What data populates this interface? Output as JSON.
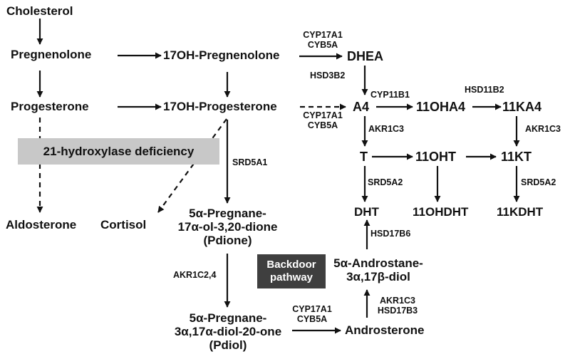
{
  "molecules": {
    "cholesterol": "Cholesterol",
    "pregnenolone": "Pregnenolone",
    "progesterone": "Progesterone",
    "aldosterone": "Aldosterone",
    "cortisol": "Cortisol",
    "oh17_pregnenolone": "17OH-Pregnenolone",
    "oh17_progesterone": "17OH-Progesterone",
    "dhea": "DHEA",
    "a4": "A4",
    "ohA4": "11OHA4",
    "ka4": "11KA4",
    "t": "T",
    "oht": "11OHT",
    "kt": "11KT",
    "dht": "DHT",
    "ohdht": "11OHDHT",
    "kdht": "11KDHT",
    "pdione": [
      "5α-Pregnane-",
      "17α-ol-3,20-dione",
      "(Pdione)"
    ],
    "pdiol": [
      "5α-Pregnane-",
      "3α,17α-diol-20-one",
      "(Pdiol)"
    ],
    "androstanediol": [
      "5α-Androstane-",
      "3α,17β-diol"
    ],
    "androsterone": "Androsterone"
  },
  "enzymes": {
    "cyp17a1_top": [
      "CYP17A1",
      "CYB5A"
    ],
    "hsd3b2": "HSD3B2",
    "cyp11b1": "CYP11B1",
    "hsd11b2": "HSD11B2",
    "cyp17a1_mid": [
      "CYP17A1",
      "CYB5A"
    ],
    "akr1c3_a4": "AKR1C3",
    "akr1c3_ka4": "AKR1C3",
    "srd5a1": "SRD5A1",
    "srd5a2_t": "SRD5A2",
    "srd5a2_kt": "SRD5A2",
    "hsd17b6": "HSD17B6",
    "akr1c2_4": "AKR1C2,4",
    "akr1c3_hsd17b3": [
      "AKR1C3",
      "HSD17B3"
    ],
    "cyp17a1_bottom": [
      "CYP17A1",
      "CYB5A"
    ]
  },
  "labels": {
    "deficiency": "21-hydroxylase deficiency",
    "backdoor": [
      "Backdoor",
      "pathway"
    ]
  },
  "colors": {
    "deficiency_box": "#c8c8c8",
    "backdoor_box": "#3f3f3f",
    "backdoor_text": "#ffffff",
    "arrow": "#111111"
  }
}
